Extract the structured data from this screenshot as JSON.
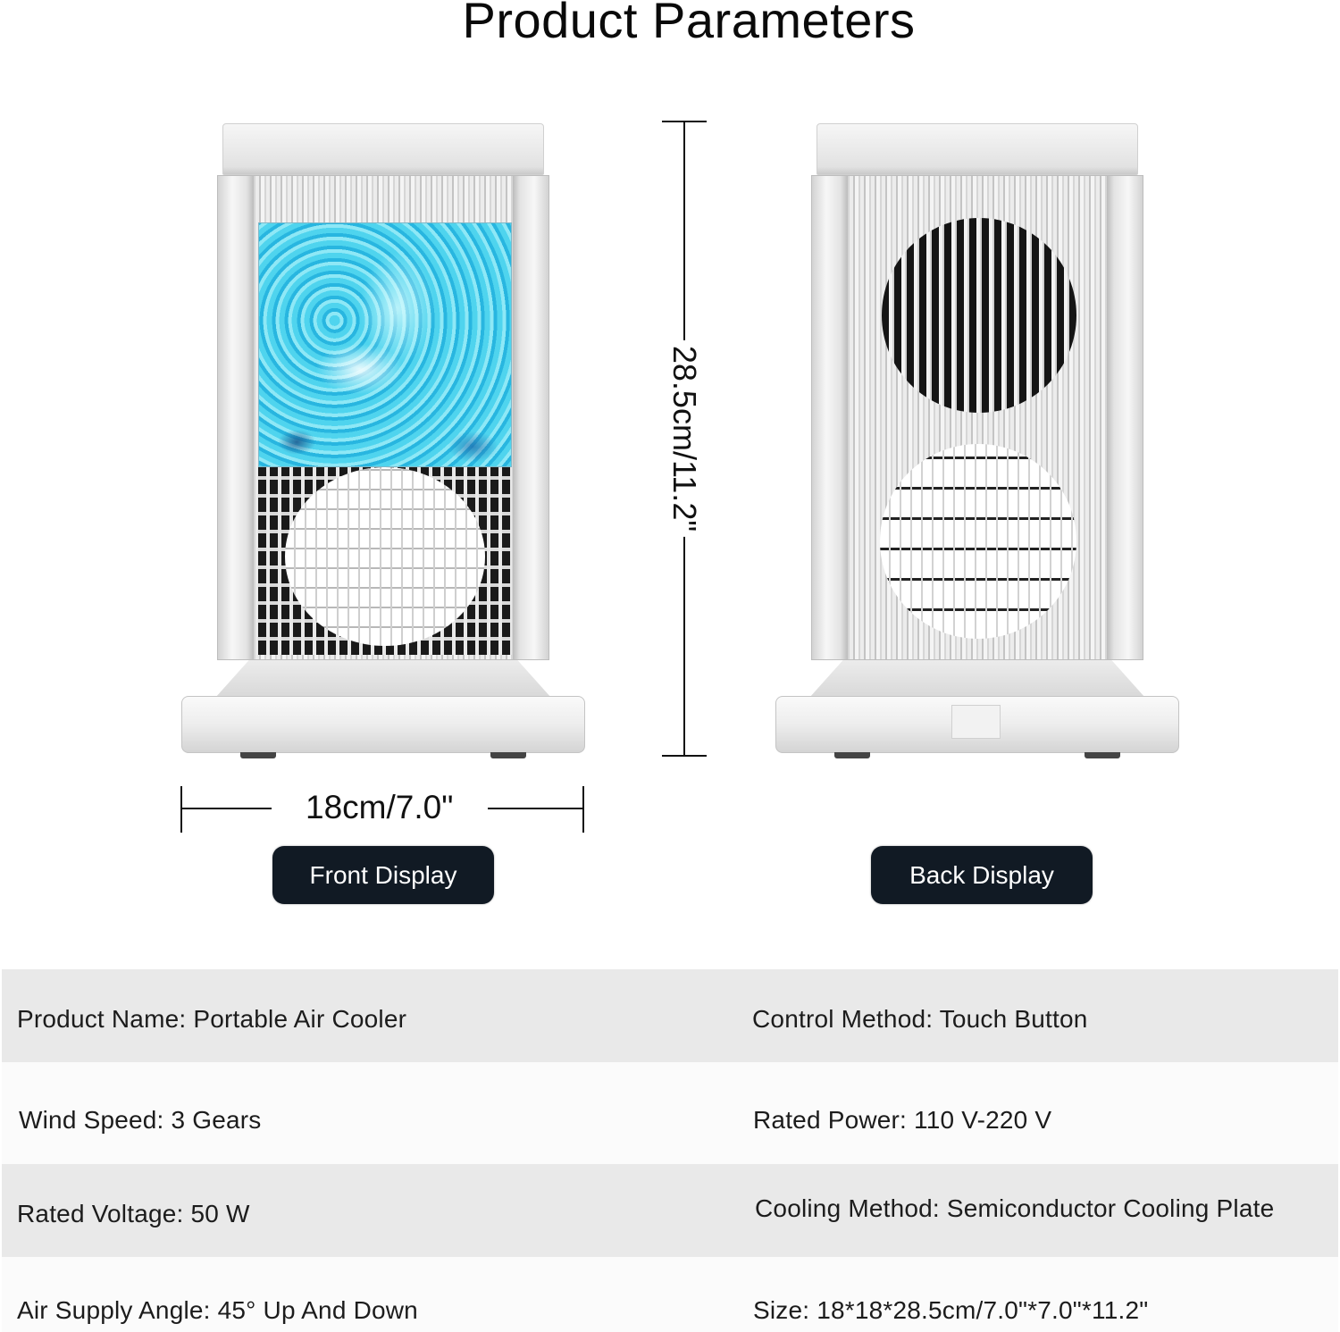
{
  "header": {
    "title": "Product Parameters"
  },
  "dimensions": {
    "height_label": "28.5cm/11.2\"",
    "width_label": "18cm/7.0\""
  },
  "views": {
    "front": {
      "label": "Front Display"
    },
    "back": {
      "label": "Back Display"
    }
  },
  "colors": {
    "label_bg": "#111a24",
    "row_shaded": "#e9e9e9",
    "row_plain": "#fbfbfb",
    "water_tank_accent": "#3ec6e8"
  },
  "parameters": {
    "rows": [
      {
        "left": "Product Name: Portable Air Cooler",
        "right": "Control Method: Touch Button"
      },
      {
        "left": "Wind Speed: 3 Gears",
        "right": "Rated Power: 110 V-220 V"
      },
      {
        "left": "Rated Voltage: 50 W",
        "right": "Cooling Method: Semiconductor Cooling Plate"
      },
      {
        "left": "Air Supply Angle: 45° Up And Down",
        "right": "Size: 18*18*28.5cm/7.0\"*7.0\"*11.2\""
      }
    ]
  }
}
